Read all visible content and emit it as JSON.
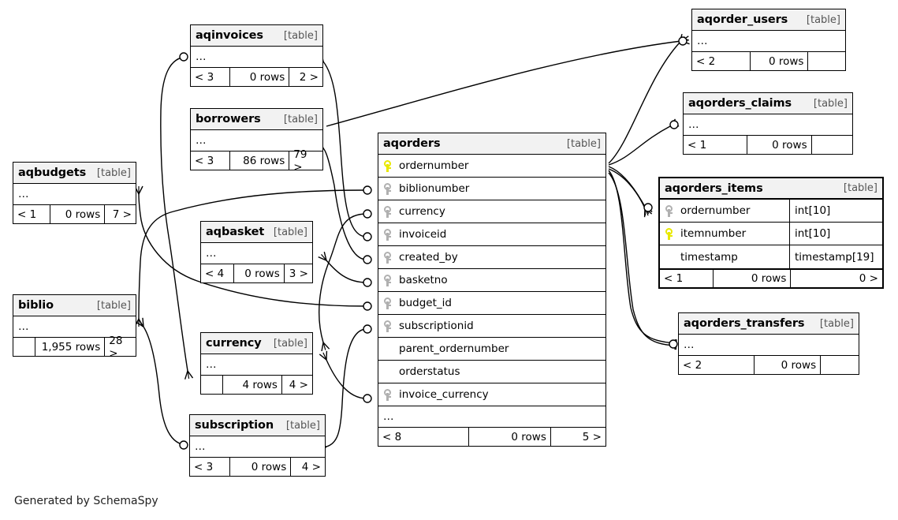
{
  "diagram": {
    "title": "SchemaSpy relationships diagram",
    "caption": "Generated by SchemaSpy",
    "colors": {
      "header_bg": "#f2f2f2",
      "primary_key": "#e8e800",
      "foreign_key": "#b0b0b0",
      "border": "#000000",
      "background": "#ffffff"
    }
  },
  "tables": {
    "aqinvoices": {
      "name": "aqinvoices",
      "type": "[table]",
      "ellipsis": "…",
      "footer": {
        "left": "< 3",
        "middle": "0 rows",
        "right": "2 >"
      }
    },
    "borrowers": {
      "name": "borrowers",
      "type": "[table]",
      "ellipsis": "…",
      "footer": {
        "left": "< 3",
        "middle": "86 rows",
        "right": "79 >"
      }
    },
    "aqbudgets": {
      "name": "aqbudgets",
      "type": "[table]",
      "ellipsis": "…",
      "footer": {
        "left": "< 1",
        "middle": "0 rows",
        "right": "7 >"
      }
    },
    "biblio": {
      "name": "biblio",
      "type": "[table]",
      "ellipsis": "…",
      "footer": {
        "left": "",
        "middle": "1,955 rows",
        "right": "28 >"
      }
    },
    "aqbasket": {
      "name": "aqbasket",
      "type": "[table]",
      "ellipsis": "…",
      "footer": {
        "left": "< 4",
        "middle": "0 rows",
        "right": "3 >"
      }
    },
    "currency": {
      "name": "currency",
      "type": "[table]",
      "ellipsis": "…",
      "footer": {
        "left": "",
        "middle": "4 rows",
        "right": "4 >"
      }
    },
    "subscription": {
      "name": "subscription",
      "type": "[table]",
      "ellipsis": "…",
      "footer": {
        "left": "< 3",
        "middle": "0 rows",
        "right": "4 >"
      }
    },
    "aqorders": {
      "name": "aqorders",
      "type": "[table]",
      "ellipsis": "…",
      "columns": [
        {
          "name": "ordernumber",
          "key": "pk"
        },
        {
          "name": "biblionumber",
          "key": "fk"
        },
        {
          "name": "currency",
          "key": "fk"
        },
        {
          "name": "invoiceid",
          "key": "fk"
        },
        {
          "name": "created_by",
          "key": "fk"
        },
        {
          "name": "basketno",
          "key": "fk"
        },
        {
          "name": "budget_id",
          "key": "fk"
        },
        {
          "name": "subscriptionid",
          "key": "fk"
        },
        {
          "name": "parent_ordernumber",
          "key": "none"
        },
        {
          "name": "orderstatus",
          "key": "none"
        },
        {
          "name": "invoice_currency",
          "key": "fk"
        }
      ],
      "footer": {
        "left": "< 8",
        "middle": "0 rows",
        "right": "5 >"
      }
    },
    "aqorder_users": {
      "name": "aqorder_users",
      "type": "[table]",
      "ellipsis": "…",
      "footer": {
        "left": "< 2",
        "middle": "0 rows",
        "right": ""
      }
    },
    "aqorders_claims": {
      "name": "aqorders_claims",
      "type": "[table]",
      "ellipsis": "…",
      "footer": {
        "left": "< 1",
        "middle": "0 rows",
        "right": ""
      }
    },
    "aqorders_items": {
      "name": "aqorders_items",
      "type": "[table]",
      "columns": [
        {
          "name": "ordernumber",
          "key": "fk",
          "type": "int[10]"
        },
        {
          "name": "itemnumber",
          "key": "pk",
          "type": "int[10]"
        },
        {
          "name": "timestamp",
          "key": "none",
          "type": "timestamp[19]"
        }
      ],
      "footer": {
        "left": "< 1",
        "middle": "0 rows",
        "right": "0 >"
      }
    },
    "aqorders_transfers": {
      "name": "aqorders_transfers",
      "type": "[table]",
      "ellipsis": "…",
      "footer": {
        "left": "< 2",
        "middle": "0 rows",
        "right": ""
      }
    }
  }
}
